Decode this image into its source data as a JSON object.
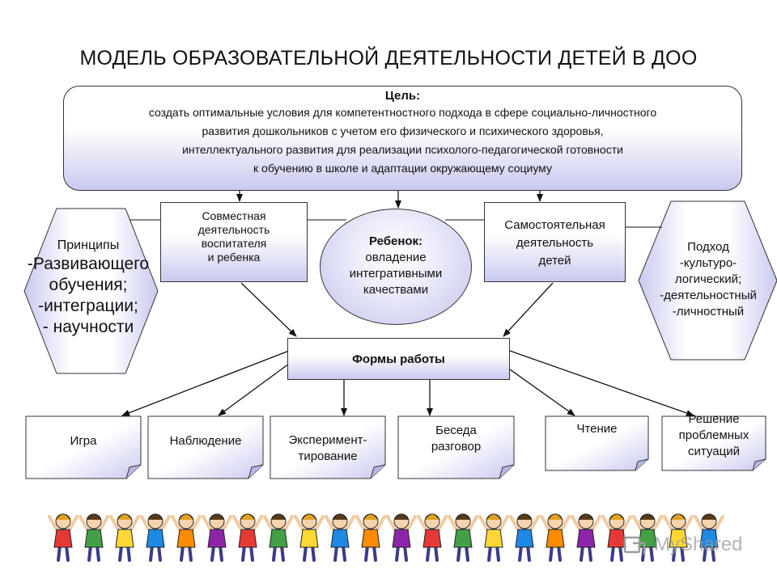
{
  "title": "МОДЕЛЬ ОБРАЗОВАТЕЛЬНОЙ ДЕЯТЕЛЬНОСТИ ДЕТЕЙ В ДОО",
  "goal": {
    "title": "Цель:",
    "lines": [
      "создать оптимальные условия для компетентностного подхода в сфере социально-личностного",
      "развития дошкольников с учетом его физического и психического здоровья,",
      "интеллектуального развития для реализации  психолого-педагогической готовности",
      "к обучению в школе и адаптации окружающему социуму"
    ]
  },
  "joint_activity": [
    "Совместная",
    "деятельность",
    "воспитателя",
    "и ребенка"
  ],
  "child": {
    "title": "Ребенок:",
    "lines": [
      "овладение",
      "интегративными",
      "качествами"
    ]
  },
  "independent_activity": [
    "Самостоятельная",
    "деятельность",
    "детей"
  ],
  "principles": {
    "label": "Принципы",
    "items": [
      "-Развивающего",
      "обучения;",
      "-интеграции;",
      "- научности"
    ]
  },
  "approach": {
    "lines": [
      "Подход",
      "-культуро-",
      "логический;",
      "-деятельностный",
      "-личностный"
    ]
  },
  "forms_title": "Формы работы",
  "forms": [
    {
      "lines": [
        "Игра"
      ]
    },
    {
      "lines": [
        "Наблюдение"
      ]
    },
    {
      "lines": [
        "Эксперимент-",
        "тирование"
      ]
    },
    {
      "lines": [
        "Беседа",
        "разговор"
      ]
    },
    {
      "lines": [
        "Чтение"
      ]
    },
    {
      "lines": [
        "Решение",
        "проблемных",
        "ситуаций"
      ]
    }
  ],
  "watermark": "MyShared",
  "colors": {
    "box_gradient_end": "#c9c9ef",
    "border": "#333333",
    "watermark": "#9b9b9b"
  },
  "decoration": {
    "children_row_colors": [
      "#e53935",
      "#43a047",
      "#fdd835",
      "#1e88e5",
      "#fb8c00",
      "#8e24aa",
      "#e53935",
      "#43a047",
      "#fdd835",
      "#1e88e5",
      "#fb8c00",
      "#8e24aa",
      "#e53935",
      "#43a047",
      "#fdd835",
      "#1e88e5",
      "#fb8c00",
      "#8e24aa",
      "#e53935",
      "#43a047",
      "#fdd835",
      "#1e88e5"
    ]
  }
}
